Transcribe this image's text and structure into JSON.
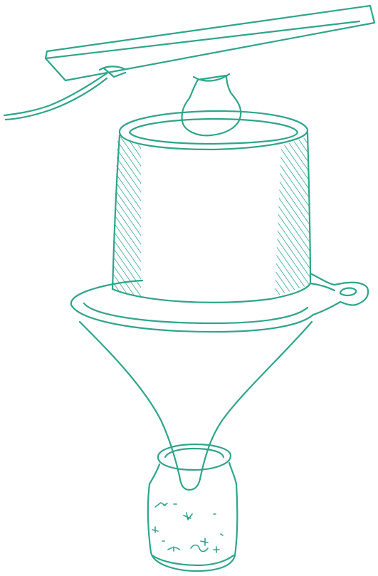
{
  "figure": {
    "style": "hand-drawn line sketch",
    "colors": {
      "ink": "#2ea58a",
      "background": "#ffffff"
    },
    "components": [
      "lamp-shade",
      "power-cord",
      "light-bulb",
      "sample-cylinder",
      "funnel",
      "collection-jar"
    ]
  }
}
